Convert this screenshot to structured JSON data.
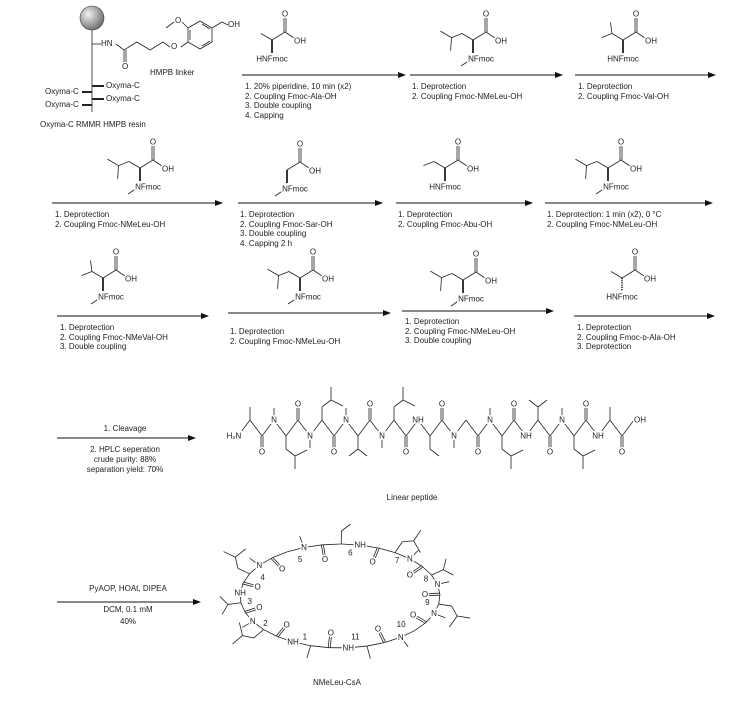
{
  "resin": {
    "hn": "HN",
    "o": "O",
    "oh": "OH",
    "linker_label": "HMPB linker",
    "oxyma": "Oxyma-C",
    "name": "Oxyma-C RMMR HMPB resin"
  },
  "atoms": {
    "o": "O",
    "oh": "OH",
    "n": "N",
    "nh": "NH",
    "h2n": "H₂N",
    "hnfmoc": "HNFmoc",
    "nfmoc": "NFmoc"
  },
  "steps": [
    {
      "lines": [
        "1. 20% piperidine, 10 min (x2)",
        "2. Coupling Fmoc-Ala-OH",
        "3. Double coupling",
        "4. Capping"
      ]
    },
    {
      "lines": [
        "1. Deprotection",
        "2. Coupling Fmoc-NMeLeu-OH"
      ]
    },
    {
      "lines": [
        "1. Deprotection",
        "2. Coupling Fmoc-Val-OH"
      ]
    },
    {
      "lines": [
        "1. Deprotection",
        "2. Coupling Fmoc-NMeLeu-OH"
      ]
    },
    {
      "lines": [
        "1. Deprotection",
        "2. Coupling Fmoc-Sar-OH",
        "3. Double coupling",
        "4. Capping 2 h"
      ]
    },
    {
      "lines": [
        "1. Deprotection",
        "2. Coupling Fmoc-Abu-OH"
      ]
    },
    {
      "lines": [
        "1. Deprotection: 1 min (x2), 0 °C",
        "2. Coupling Fmoc-NMeLeu-OH"
      ]
    },
    {
      "lines": [
        "1. Deprotection",
        "2. Coupling Fmoc-NMeVal-OH",
        "3. Double coupling"
      ]
    },
    {
      "lines": [
        "1. Deprotection",
        "2. Coupling Fmoc-NMeLeu-OH"
      ]
    },
    {
      "lines": [
        "1. Deprotection",
        "2. Coupling Fmoc-NMeLeu-OH",
        "3. Double coupling"
      ]
    },
    {
      "lines": [
        "1. Deprotection",
        "2. Coupling Fmoc-ᴅ-Ala-OH",
        "3. Deprotection"
      ]
    }
  ],
  "cleavage": {
    "line1": "1. Cleavage",
    "line2": "2. HPLC seperation",
    "line3": "crude purity: 88%",
    "line4": "separation yield: 70%"
  },
  "linear_label": "Linear peptide",
  "cyclization": {
    "line1": "PyAOP, HOAt, DIPEA",
    "line2": "DCM, 0.1 mM",
    "line3": "40%"
  },
  "product_label": "NMeLeu-CsA",
  "ring_numbers": [
    "1",
    "2",
    "3",
    "4",
    "5",
    "6",
    "7",
    "8",
    "9",
    "10",
    "11"
  ]
}
